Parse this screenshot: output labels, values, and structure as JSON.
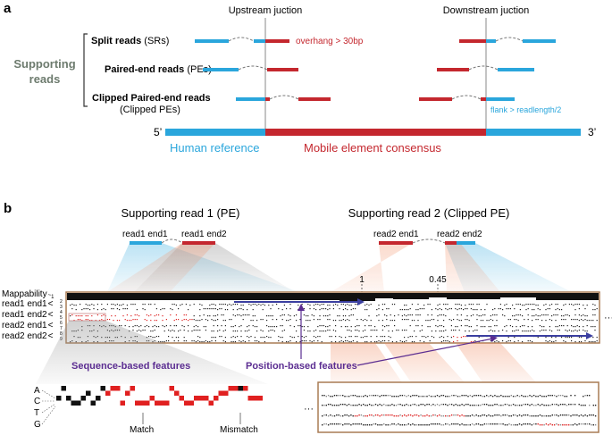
{
  "panel_a": {
    "label": "a",
    "upstream_label": "Upstream juction",
    "downstream_label": "Downstream juction",
    "group_label_line1": "Supporting",
    "group_label_line2": "reads",
    "read_types": [
      {
        "label": "Split reads",
        "suffix": " (SRs)"
      },
      {
        "label": "Paired-end reads",
        "suffix": " (PEs)"
      },
      {
        "label": "Clipped Paired-end reads",
        "suffix": ""
      }
    ],
    "clipped_sub": "(Clipped PEs)",
    "overhang_note": "overhang > 30bp",
    "flank_note": "flank > readlength/2",
    "five_prime": "5’",
    "three_prime": "3’",
    "human_reference": "Human reference",
    "mobile_element": "Mobile element consensus",
    "colors": {
      "blue": "#2aa6dc",
      "red": "#c4272e",
      "gray_text": "#6d7b6e",
      "brown": "#a87b54",
      "purple": "#5b2d91"
    }
  },
  "panel_b": {
    "label": "b",
    "read1_title": "Supporting read 1 (PE)",
    "read2_title": "Supporting read 2 (Clipped PE)",
    "read1_end1": "read1 end1",
    "read1_end2": "read1 end2",
    "read2_end1": "read2 end1",
    "read2_end2": "read2 end2",
    "tick_1": "1",
    "tick_045": "0.45",
    "rows": [
      {
        "label": "Mappability",
        "idx": "1"
      },
      {
        "label": "read1 end1",
        "idx_a": "2",
        "idx_b": "3"
      },
      {
        "label": "read1 end2",
        "idx_a": "4",
        "idx_b": "5"
      },
      {
        "label": "read2 end1",
        "idx_a": "6",
        "idx_b": "7"
      },
      {
        "label": "read2 end2",
        "idx_a": "8",
        "idx_b": "9"
      }
    ],
    "ellipsis": "···",
    "sequence_features": "Sequence-based features",
    "position_features": "Position-based features",
    "bases": [
      "A",
      "C",
      "T",
      "G"
    ],
    "match": "Match",
    "mismatch": "Mismatch"
  }
}
